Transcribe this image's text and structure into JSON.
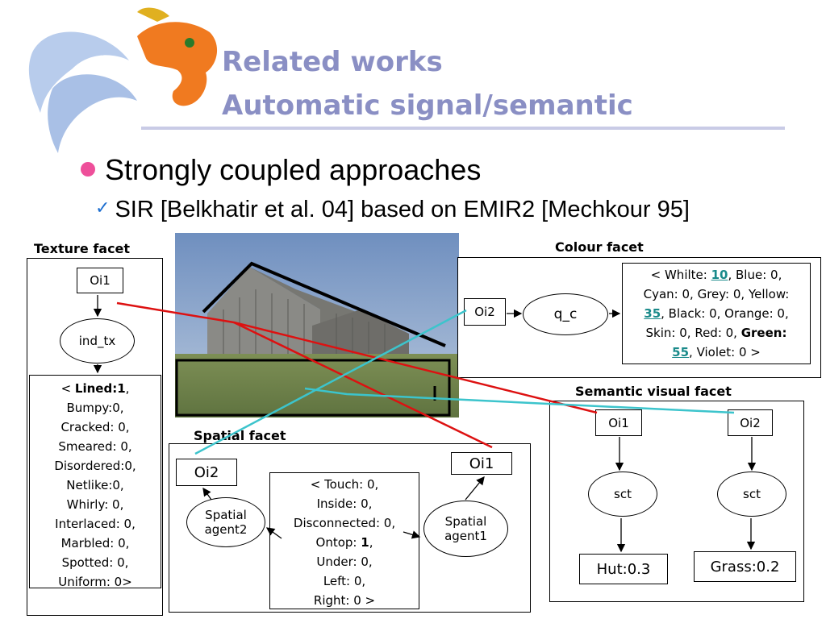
{
  "title": {
    "line1": "Related works",
    "line2": "Automatic signal/semantic"
  },
  "bullets": {
    "level1": "Strongly coupled approaches",
    "level2": "SIR [Belkhatir et al. 04] based on EMIR2 [Mechkour 95]"
  },
  "texture_facet": {
    "label": "Texture facet",
    "object": "Oi1",
    "operator": "ind_tx",
    "open": "< ",
    "first_key": "Lined:1",
    "first_tail": ",",
    "lines": [
      "Bumpy:0,",
      "Cracked: 0,",
      "Smeared: 0,",
      "Disordered:0,",
      "Netlike:0,",
      "Whirly: 0,",
      "Interlaced: 0,",
      "Marbled: 0,",
      "Spotted: 0,",
      "Uniform: 0>"
    ]
  },
  "colour_facet": {
    "label": "Colour facet",
    "object": "Oi2",
    "operator": "q_c",
    "t1": "< Whilte: ",
    "v1": "10",
    "t2": ", Blue: 0,",
    "t3": "Cyan: 0, Grey: 0, Yellow:",
    "v2": "35",
    "t4": ", Black: 0, Orange: 0,",
    "t5": "Skin: 0, Red: 0, ",
    "t6": "Green:",
    "v3": "55",
    "t7": ", Violet: 0 >"
  },
  "semantic_facet": {
    "label": "Semantic visual facet",
    "left": {
      "object": "Oi1",
      "operator": "sct",
      "result": "Hut:0.3"
    },
    "right": {
      "object": "Oi2",
      "operator": "sct",
      "result": "Grass:0.2"
    }
  },
  "spatial_facet": {
    "label": "Spatial facet",
    "obj_left": "Oi2",
    "obj_right": "Oi1",
    "agent_left": "Spatial agent2",
    "agent_right": "Spatial agent1",
    "l1": "< Touch: 0,",
    "l2": "Inside: 0,",
    "l3": "Disconnected: 0,",
    "l4a": "Ontop: ",
    "l4b": "1",
    "l4c": ",",
    "l5": "Under: 0,",
    "l6": "Left: 0,",
    "l7": "Right: 0 >"
  },
  "colors": {
    "title": "#8a8fc4",
    "bullet": "#ee4f9a",
    "check": "#1e6fd0",
    "red_link": "#dd1111",
    "cyan_link": "#3cc4cc",
    "teal_value": "#1a8a8a"
  },
  "icons": {
    "logo": "dolphin-dragon-logo",
    "photo": "hut-photo",
    "check": "check-icon"
  }
}
